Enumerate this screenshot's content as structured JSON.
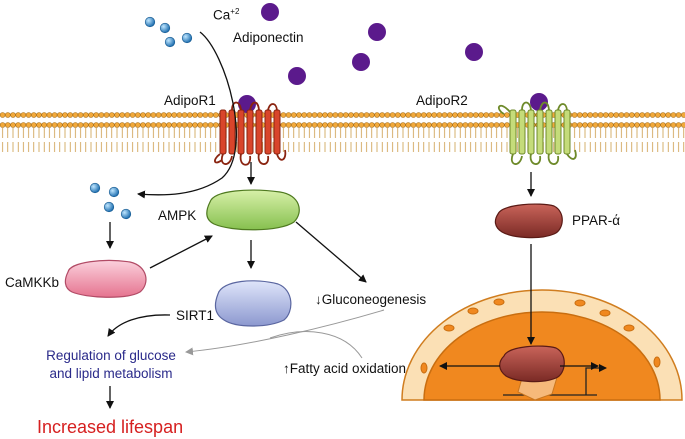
{
  "labels": {
    "ca": "Ca",
    "ca_charge": "+2",
    "adiponectin": "Adiponectin",
    "adipor1": "AdipoR1",
    "adipor2": "AdipoR2",
    "ampk": "AMPK",
    "camkkb": "CaMKKb",
    "sirt1": "SIRT1",
    "gluconeogenesis": "↓Gluconeogenesis",
    "fatty_acid": "↑Fatty acid oxidation",
    "ppar": "PPAR-ά",
    "regulation_line1": "Regulation of glucose",
    "regulation_line2": "and lipid metabolism",
    "lifespan": "Increased lifespan"
  },
  "colors": {
    "adiponectin": "#5b1a8c",
    "calcium": "#2f8fd0",
    "membrane_head": "#f2a93b",
    "adipor1": "#d9452b",
    "adipor2": "#c5dc7a",
    "ampk": "#9fd36b",
    "camkkb": "#f09bb0",
    "sirt1": "#a9b4e0",
    "ppar": "#9a3b34",
    "nucleus": "#f0881f",
    "regulation_text": "#2a2a8a",
    "lifespan_text": "#d62020"
  }
}
